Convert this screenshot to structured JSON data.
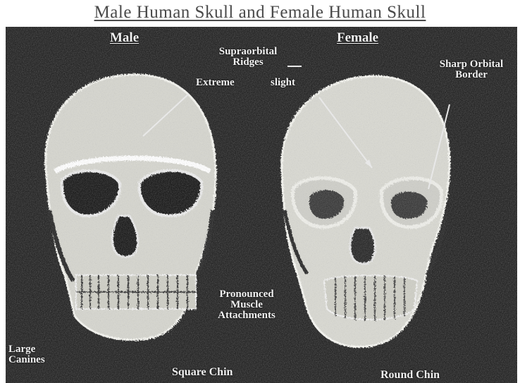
{
  "title": "Male Human Skull and Female Human Skull",
  "labels": {
    "male": "Male",
    "female": "Female",
    "supraorbital_ridges_line1": "Supraorbital",
    "supraorbital_ridges_line2": "Ridges",
    "extreme": "Extreme",
    "slight": "slight",
    "sharp_orbital_border_line1": "Sharp Orbital",
    "sharp_orbital_border_line2": "Border",
    "pronounced_line1": "Pronounced",
    "pronounced_line2": "Muscle",
    "pronounced_line3": "Attachments",
    "large_canines_line1": "Large",
    "large_canines_line2": "Canines",
    "square_chin": "Square Chin",
    "round_chin": "Round Chin"
  },
  "colors": {
    "photo_background": "#262626",
    "bone": "#dcdcd6",
    "label": "#f2f2f2",
    "title": "#4a4a4a"
  }
}
